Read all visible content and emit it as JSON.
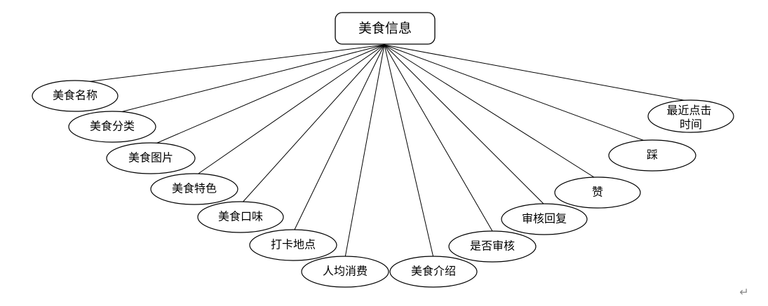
{
  "root": {
    "label": "美食信息"
  },
  "attributes": [
    {
      "id": "name",
      "label": "美食名称"
    },
    {
      "id": "category",
      "label": "美食分类"
    },
    {
      "id": "image",
      "label": "美食图片"
    },
    {
      "id": "feature",
      "label": "美食特色"
    },
    {
      "id": "taste",
      "label": "美食口味"
    },
    {
      "id": "location",
      "label": "打卡地点"
    },
    {
      "id": "avg-cost",
      "label": "人均消费"
    },
    {
      "id": "intro",
      "label": "美食介绍"
    },
    {
      "id": "is-reviewed",
      "label": "是否审核"
    },
    {
      "id": "review-reply",
      "label": "审核回复"
    },
    {
      "id": "like",
      "label": "赞"
    },
    {
      "id": "dislike",
      "label": "踩"
    },
    {
      "id": "last-click-time",
      "label": "最近点击时间",
      "lines": [
        "最近点击",
        "时间"
      ]
    }
  ],
  "paragraph_mark": "↵"
}
